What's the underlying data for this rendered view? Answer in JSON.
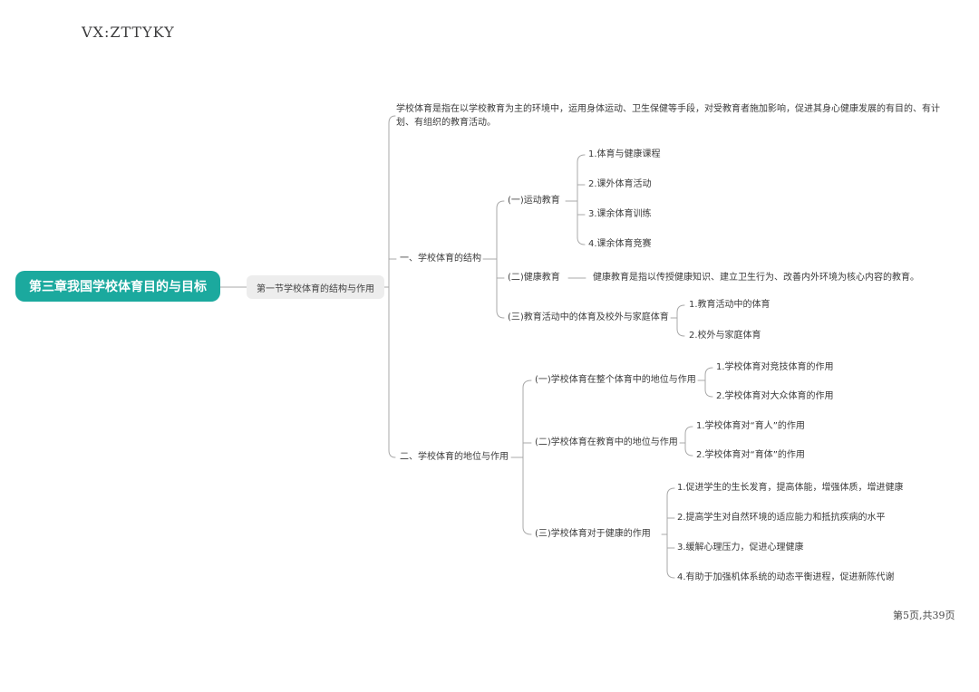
{
  "watermark": "VX:ZTTYKY",
  "footer": {
    "page_label": "第5页,共39页"
  },
  "colors": {
    "accent": "#1BA99E",
    "section_node_bg": "#EDEDED",
    "connector_line": "#A9A9A9",
    "text": "#3A3A3A"
  },
  "mindmap": {
    "root": "第三章我国学校体育目的与目标",
    "section": "第一节学校体育的结构与作用",
    "definition": "学校体育是指在以学校教育为主的环境中，运用身体运动、卫生保健等手段，对受教育者施加影响，促进其身心健康发展的有目的、有计划、有组织的教育活动。",
    "branch1": {
      "label": "一、学校体育的结构",
      "children": [
        {
          "label": "(一)运动教育",
          "children": [
            "1.体育与健康课程",
            "2.课外体育活动",
            "3.课余体育训练",
            "4.课余体育竞赛"
          ]
        },
        {
          "label": "(二)健康教育",
          "note": "健康教育是指以传授健康知识、建立卫生行为、改善内外环境为核心内容的教育。"
        },
        {
          "label": "(三)教育活动中的体育及校外与家庭体育",
          "children": [
            "1.教育活动中的体育",
            "2.校外与家庭体育"
          ]
        }
      ]
    },
    "branch2": {
      "label": "二、学校体育的地位与作用",
      "children": [
        {
          "label": "(一)学校体育在整个体育中的地位与作用",
          "children": [
            "1.学校体育对竞技体育的作用",
            "2.学校体育对大众体育的作用"
          ]
        },
        {
          "label": "(二)学校体育在教育中的地位与作用",
          "children": [
            "1.学校体育对“育人”的作用",
            "2.学校体育对“育体”的作用"
          ]
        },
        {
          "label": "(三)学校体育对于健康的作用",
          "children": [
            "1.促进学生的生长发育，提高体能，增强体质，增进健康",
            "2.提高学生对自然环境的适应能力和抵抗疾病的水平",
            "3.缓解心理压力，促进心理健康",
            "4.有助于加强机体系统的动态平衡进程，促进新陈代谢"
          ]
        }
      ]
    }
  }
}
